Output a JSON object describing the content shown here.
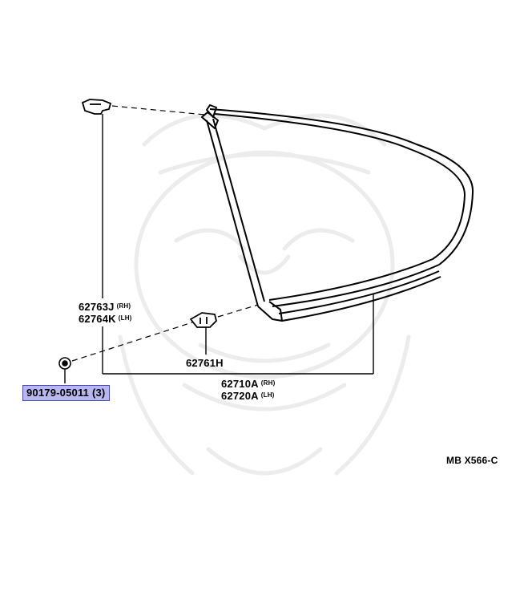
{
  "parts": {
    "p62763J": {
      "number": "62763J",
      "side": "(RH)"
    },
    "p62764K": {
      "number": "62764K",
      "side": "(LH)"
    },
    "p62761H": {
      "number": "62761H"
    },
    "p62710A": {
      "number": "62710A",
      "side": "(RH)"
    },
    "p62720A": {
      "number": "62720A",
      "side": "(LH)"
    },
    "p90179": {
      "number": "90179-05011",
      "qty": "(3)"
    }
  },
  "diagram_code": "MB  X566-C",
  "colors": {
    "highlight_fill": "#b9b7f2",
    "highlight_border": "#4a48a8",
    "line": "#000000",
    "watermark": "#ececec"
  }
}
